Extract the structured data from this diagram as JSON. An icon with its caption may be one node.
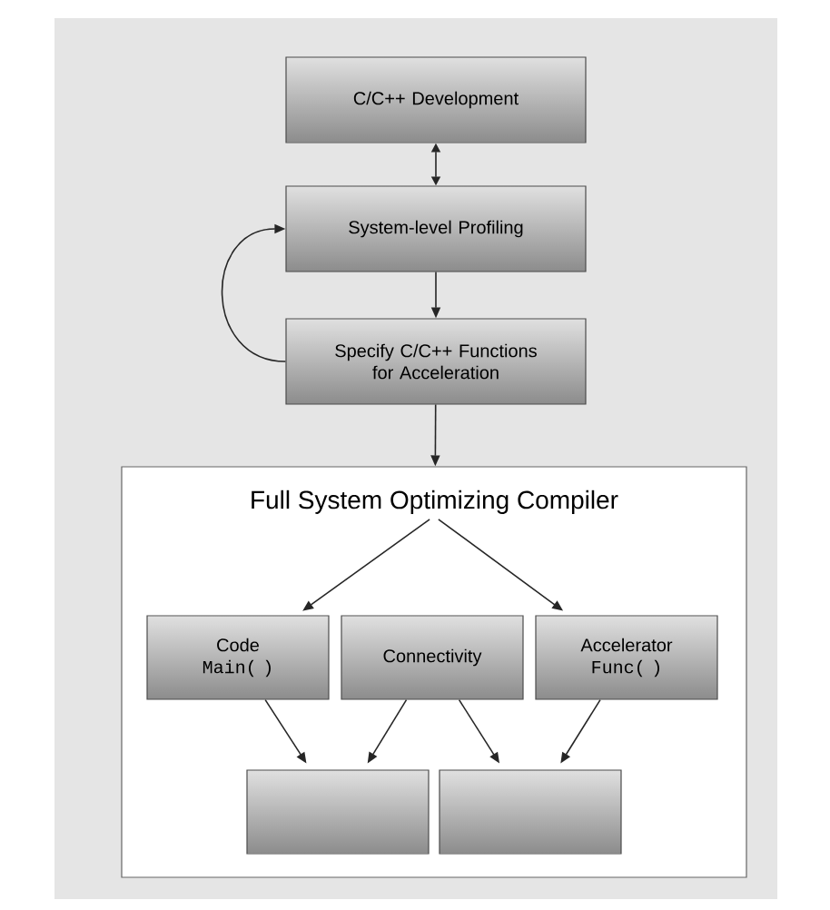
{
  "diagram": {
    "nodes": [
      {
        "text": [
          "C/C++ Development"
        ]
      },
      {
        "text": [
          "System-level Profiling"
        ]
      },
      {
        "text": [
          "Specify C/C++ Functions for Acceleration"
        ]
      },
      {
        "text": [
          "Full System Optimizing Compiler"
        ]
      },
      {
        "text": [
          "Code",
          "Main( )"
        ],
        "in": 3
      },
      {
        "text": [
          "Connectivity"
        ],
        "in": 3
      },
      {
        "text": [
          "Accelerator",
          "Func( )"
        ],
        "in": 3
      },
      {
        "text": [],
        "shape": "box",
        "in": 3
      },
      {
        "text": [],
        "shape": "box",
        "in": 3
      }
    ],
    "edges": [
      {
        "from": 0,
        "to": 1,
        "arrow": "both"
      },
      {
        "from": 1,
        "to": 2,
        "arrow": "to"
      },
      {
        "from": 2,
        "to": 1,
        "arrow": "to"
      },
      {
        "from": 2,
        "to": 3,
        "arrow": "to"
      },
      {
        "from": 3,
        "to": 4,
        "arrow": "to"
      },
      {
        "from": 3,
        "to": 6,
        "arrow": "to"
      },
      {
        "from": 4,
        "to": 7,
        "arrow": "to"
      },
      {
        "from": 5,
        "to": 7,
        "arrow": "to"
      },
      {
        "from": 5,
        "to": 8,
        "arrow": "to"
      },
      {
        "from": 6,
        "to": 8,
        "arrow": "to"
      }
    ]
  }
}
